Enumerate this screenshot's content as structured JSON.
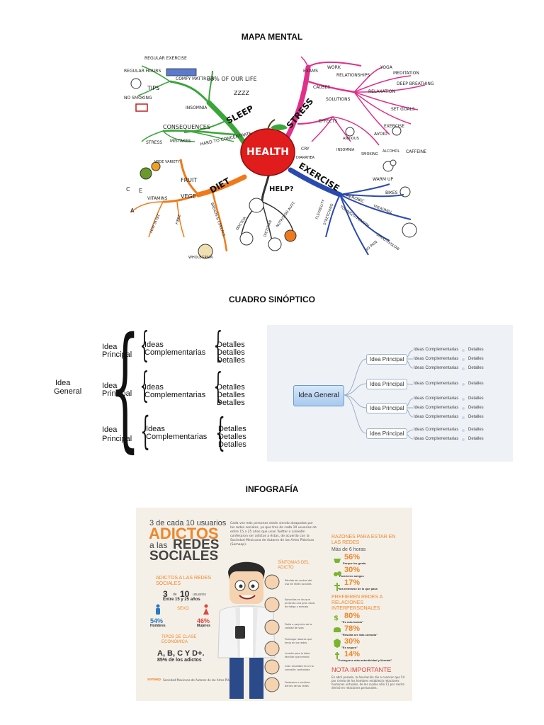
{
  "titles": {
    "mind_map": "MAPA MENTAL",
    "synoptic": "CUADRO SINÓPTICO",
    "infographic": "INFOGRAFÍA"
  },
  "mind_map": {
    "center": "HEALTH",
    "branches": {
      "sleep": "SLEEP",
      "stress": "STRESS",
      "diet": "DIET",
      "exercise": "EXERCISE",
      "help": "HELP?"
    },
    "labels": {
      "regular_exercise": "REGULAR EXERCISE",
      "regular_hours": "REGULAR HOURS",
      "comfy_mattress": "COMFY MATTRESS",
      "pct_of_life": "33% OF OUR LIFE",
      "tips": "TIPS",
      "no_smoking": "NO SMOKING",
      "insomnia": "INSOMNIA",
      "zzz": "zzzz",
      "consequences": "CONSEQUENCES",
      "stress_small": "STRESS",
      "mistakes": "MISTAKES",
      "hard_to_concentrate": "HARD TO CONCENTRATE",
      "exams": "EXAMS",
      "work": "WORK",
      "relationships": "RELATIONSHIPS",
      "yoga": "YOGA",
      "meditation": "MEDITATION",
      "deep_breathing": "DEEP BREATHING",
      "causes": "CAUSES",
      "solutions": "SOLUTIONS",
      "relaxation": "RELAXATION",
      "set_goals": "SET GOALS",
      "effects": "EFFECTS",
      "exercise_small": "EXERCISE",
      "anxious": "ANXIOUS",
      "avoid": "AVOID",
      "cry": "CRY",
      "insomnia2": "INSOMNIA",
      "smoking": "SMOKING",
      "alcohol": "ALCOHOL",
      "caffeine": "CAFFEINE",
      "diarrhea": "DIARRHEA",
      "wide_variety": "WIDE VARIETY",
      "fruit": "FRUIT",
      "vege": "VEGE",
      "vitamins": "VITAMINS",
      "vit_c": "C",
      "vit_e": "E",
      "vit_a": "A",
      "low_in_fat": "LOW IN FAT",
      "fibre": "FIBRE",
      "breads_cereals": "BREADS & CEREALS",
      "wholegrain": "WHOLEGRAIN",
      "warm_up": "WARM UP",
      "bikes": "BIKES",
      "aerobic": "AEROBIC",
      "treadmill": "TREADMILL",
      "flexibility": "FLEXIBILITY",
      "stretching": "STRETCHING",
      "toning_strength": "TONING/STRENGTH",
      "smooth_slow": "SMOOTH/SLOW",
      "no_pain": "NO PAIN",
      "doctor": "DOCTOR",
      "dietitian": "DIETITIAN",
      "nutrition_aust": "NUTRITION AUST."
    }
  },
  "synoptic_left": {
    "general": [
      "Idea",
      "General"
    ],
    "groups": [
      {
        "principal": [
          "Idea",
          "Principal"
        ],
        "ideas": [
          "Ideas",
          "Complementarias"
        ],
        "details": [
          "Detalles",
          "Detalles",
          "Detalles"
        ]
      },
      {
        "principal": [
          "Idea",
          "Principal"
        ],
        "ideas": [
          "Ideas",
          "Complementarias"
        ],
        "details": [
          "Detalles",
          "Detalles",
          "Detalles"
        ]
      },
      {
        "principal": [
          "Idea",
          "Principal"
        ],
        "ideas": [
          "Ideas",
          "Complementarias"
        ],
        "details": [
          "Detalles",
          "Detalles",
          "Detalles"
        ]
      }
    ]
  },
  "synoptic_right": {
    "general": "Idea General",
    "principal": "Idea Principal",
    "complementary": "Ideas Complementarias",
    "detail": "Detalles"
  },
  "infographic": {
    "headline_top": "3 de cada 10 usuarios",
    "adictos": "ADICTOS",
    "a_las": "a las",
    "redes": "REDES",
    "sociales": "SOCIALES",
    "intro": "Cada vez más personas están siendo atrapadas por las redes sociales, ya que tres de cada 10 usuarios de entre 15 a 25 años que usan Twitter o LinkedIn confesaron ser adictos a éstas, de acuerdo con la Sociedad Mexicana de Autores de las Artes Plásticas (Somaap).",
    "sintomas": "SÍNTOMAS DEL ADICTO",
    "adictos_redes": "ADICTOS A LAS REDES SOCIALES",
    "num_3": "3",
    "de": "de",
    "num_10": "10",
    "usuarios": "usuarios",
    "entre": "Entre 15 y 25 años",
    "sexo": "SEXO",
    "pct_men": "54%",
    "men": "Hombres",
    "pct_women": "46%",
    "women": "Mujeres",
    "tipos": "TIPOS DE CLASE ECONÓMICA",
    "classes": "A, B, C Y D+.",
    "classes_pct": "85% de los adictos",
    "razones": "RAZONES PARA ESTAR EN LAS REDES",
    "mas_6": "Más de 6 horas",
    "r1_pct": "56%",
    "r1_txt": "Porque les gusta",
    "r2_pct": "30%",
    "r2_txt": "Para tener amigos",
    "r3_pct": "17%",
    "r3_txt": "Para enterarse de lo que pasa",
    "prefieren": "PREFIEREN REDES A RELACIONES INTERPERSONALES",
    "p1_pct": "80%",
    "p1_txt": "\"Es más barato\"",
    "p2_pct": "78%",
    "p2_txt": "\"Resulta ser más cómodo\"",
    "p3_pct": "30%",
    "p3_txt": "\"Es seguro\"",
    "p4_pct": "14%",
    "p4_txt": "\"Protegerse más autenticidad y libertad\"",
    "nota": "NOTA IMPORTANTE",
    "nota_txt": "En abril pasado, la Asociación dio a conocer que 54 por ciento de los hombres establecía relaciones humanas virtuales, de las cuales sólo 11 por ciento derivó en relaciones personales.",
    "symptoms": [
      "Pérdida de control del uso de redes sociales",
      "Episodios en los que presenta una gran dosis de fatiga y energía",
      "Daño o perjuicio de la calidad de vida",
      "Prolongar labores que tenía en las redes",
      "Lo está para la labor familiar que tenerlo",
      "Gran ansiedad en la no conexión controlada",
      "Fantasear o sentirse dentro de las redes"
    ],
    "footer1": "Sociedad Mexicana de Autores de las Artes Plásticas",
    "footer_logo": "somaap",
    "colors": {
      "orange": "#f0862a",
      "gray": "#4a4a4a",
      "bg": "#f4f0e8",
      "red": "#e0443a",
      "green": "#7ab52e"
    }
  }
}
